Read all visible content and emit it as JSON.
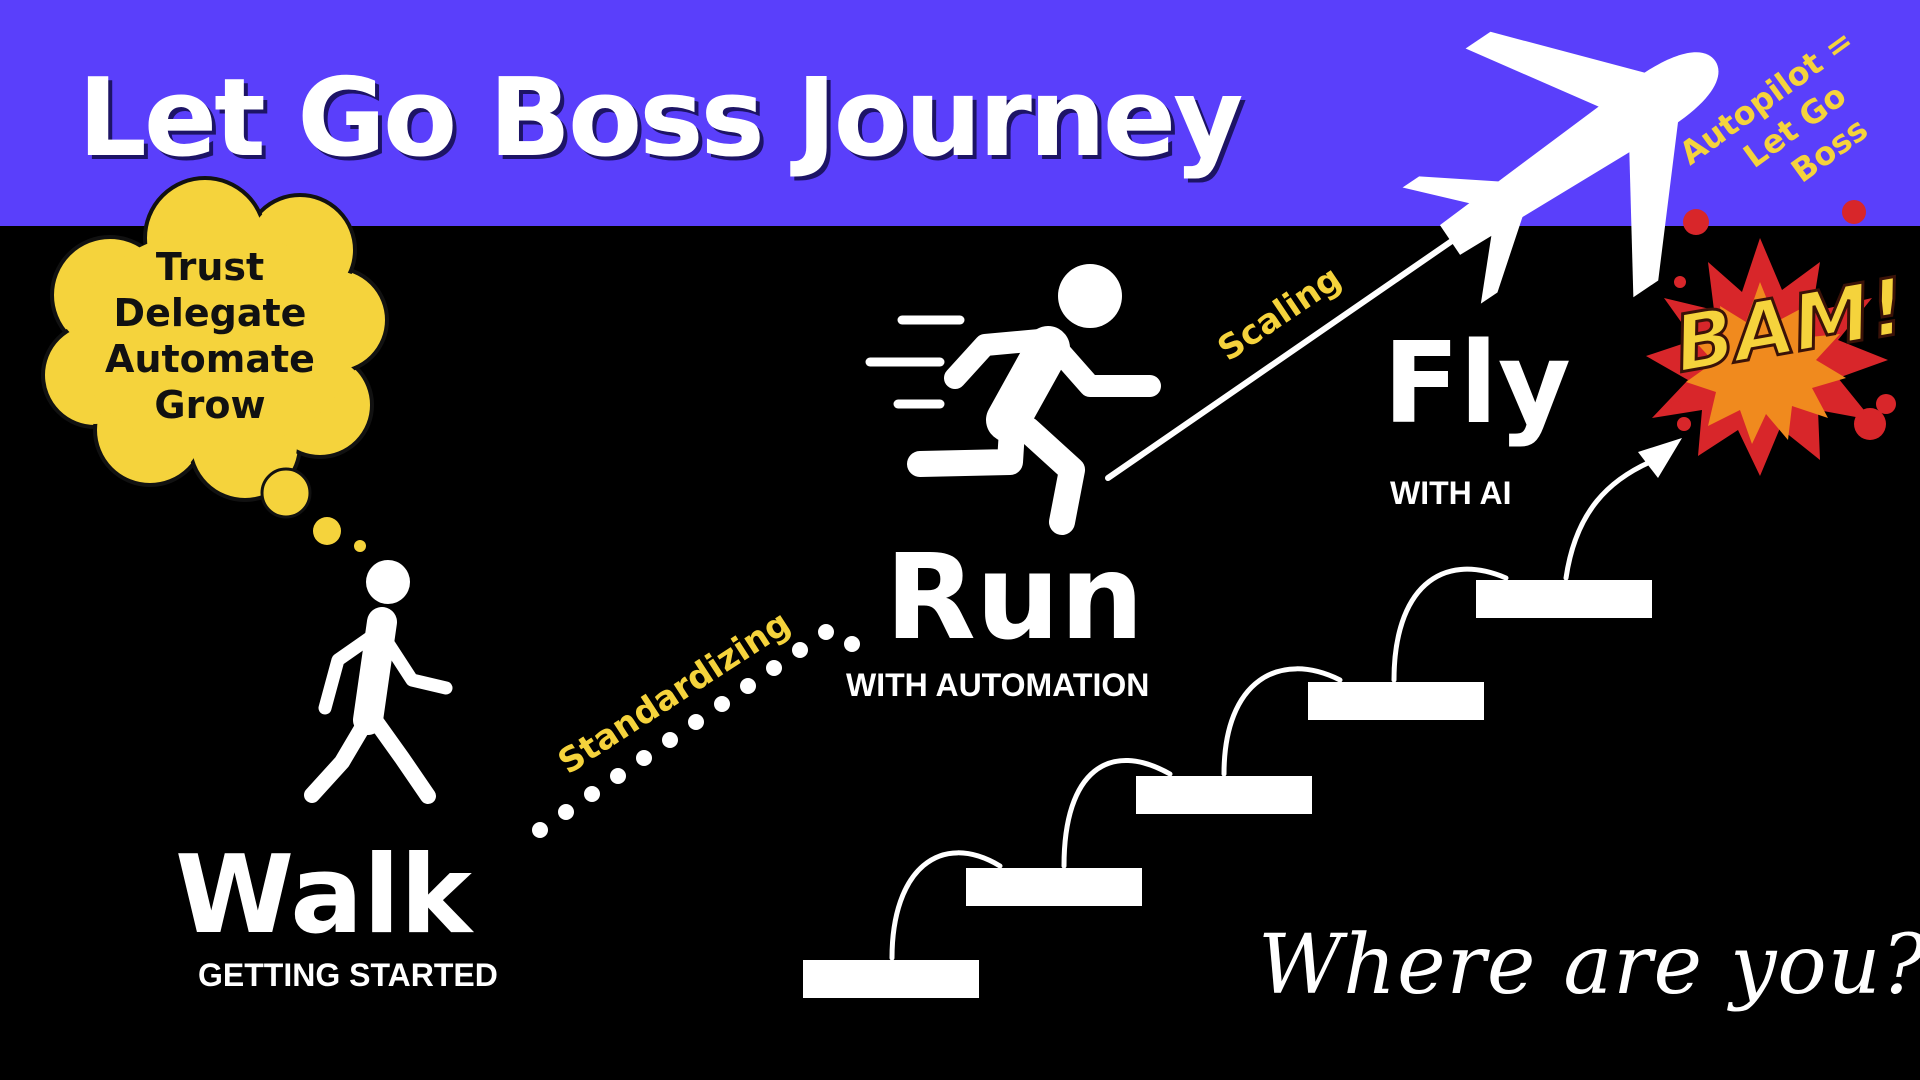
{
  "title": "Let Go Boss Journey",
  "thought_bubble": {
    "lines": [
      "Trust",
      "Delegate",
      "Automate",
      "Grow"
    ]
  },
  "stages": {
    "walk": {
      "label": "Walk",
      "sublabel": "GETTING STARTED"
    },
    "run": {
      "label": "Run",
      "sublabel": "WITH AUTOMATION"
    },
    "fly": {
      "label": "Fly",
      "sublabel": "WITH AI"
    }
  },
  "transitions": {
    "walk_to_run": "Standardizing",
    "run_to_fly": "Scaling"
  },
  "autopilot_note": {
    "lines": [
      "Autopilot =",
      "Let Go",
      "Boss"
    ]
  },
  "bam_text": "BAM!",
  "question": "Where are you?",
  "icons": [
    "walking-person-icon",
    "running-person-icon",
    "airplane-icon",
    "thought-cloud-icon",
    "curved-arrow-icon",
    "comic-burst-icon"
  ],
  "colors": {
    "banner": "#5a3ffb",
    "background": "#000000",
    "accent_yellow": "#f5d33c",
    "burst_red": "#d8262a",
    "text": "#ffffff"
  }
}
